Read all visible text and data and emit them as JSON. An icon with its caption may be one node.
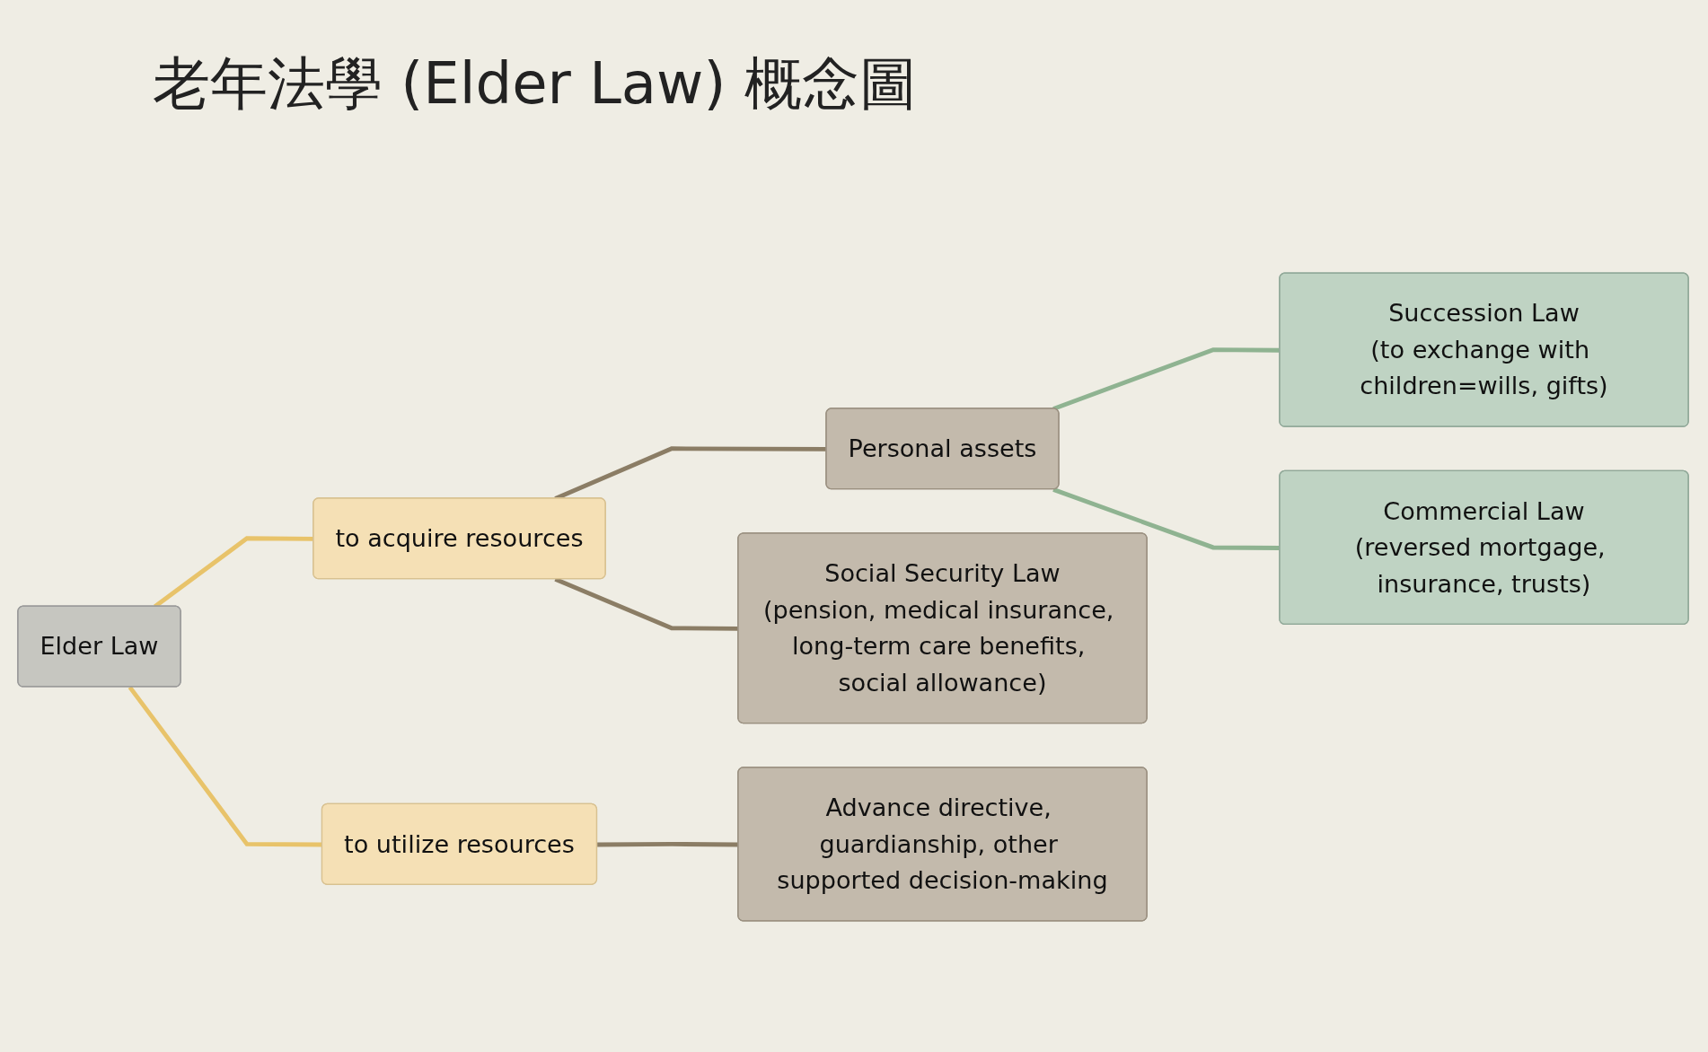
{
  "diagram": {
    "title": "老年法學 (Elder Law) 概念圖",
    "nodes": [
      {
        "text": [
          "Elder Law"
        ]
      },
      {
        "text": [
          "to acquire resources"
        ]
      },
      {
        "text": [
          "to utilize resources"
        ]
      },
      {
        "text": [
          "Personal assets"
        ]
      },
      {
        "text": [
          "Social Security Law",
          "(pension, medical insurance, long-term care benefits, social allowance)"
        ]
      },
      {
        "text": [
          "Succession Law",
          "(to exchange with children=wills, gifts)"
        ]
      },
      {
        "text": [
          "Commercial Law",
          "(reversed mortgage, insurance, trusts)"
        ]
      },
      {
        "text": [
          "Advance directive, guardianship, other supported decision-making"
        ]
      }
    ],
    "edges": [
      {
        "from": 0,
        "to": 1,
        "arrow": "none",
        "color": "#e8c36a"
      },
      {
        "from": 0,
        "to": 2,
        "arrow": "none",
        "color": "#e8c36a"
      },
      {
        "from": 1,
        "to": 3,
        "arrow": "none"
      },
      {
        "from": 1,
        "to": 4,
        "arrow": "none"
      },
      {
        "from": 3,
        "to": 5,
        "arrow": "none",
        "color": "#8fb391"
      },
      {
        "from": 3,
        "to": 6,
        "arrow": "none",
        "color": "#8fb391"
      },
      {
        "from": 2,
        "to": 7,
        "arrow": "none"
      }
    ]
  }
}
